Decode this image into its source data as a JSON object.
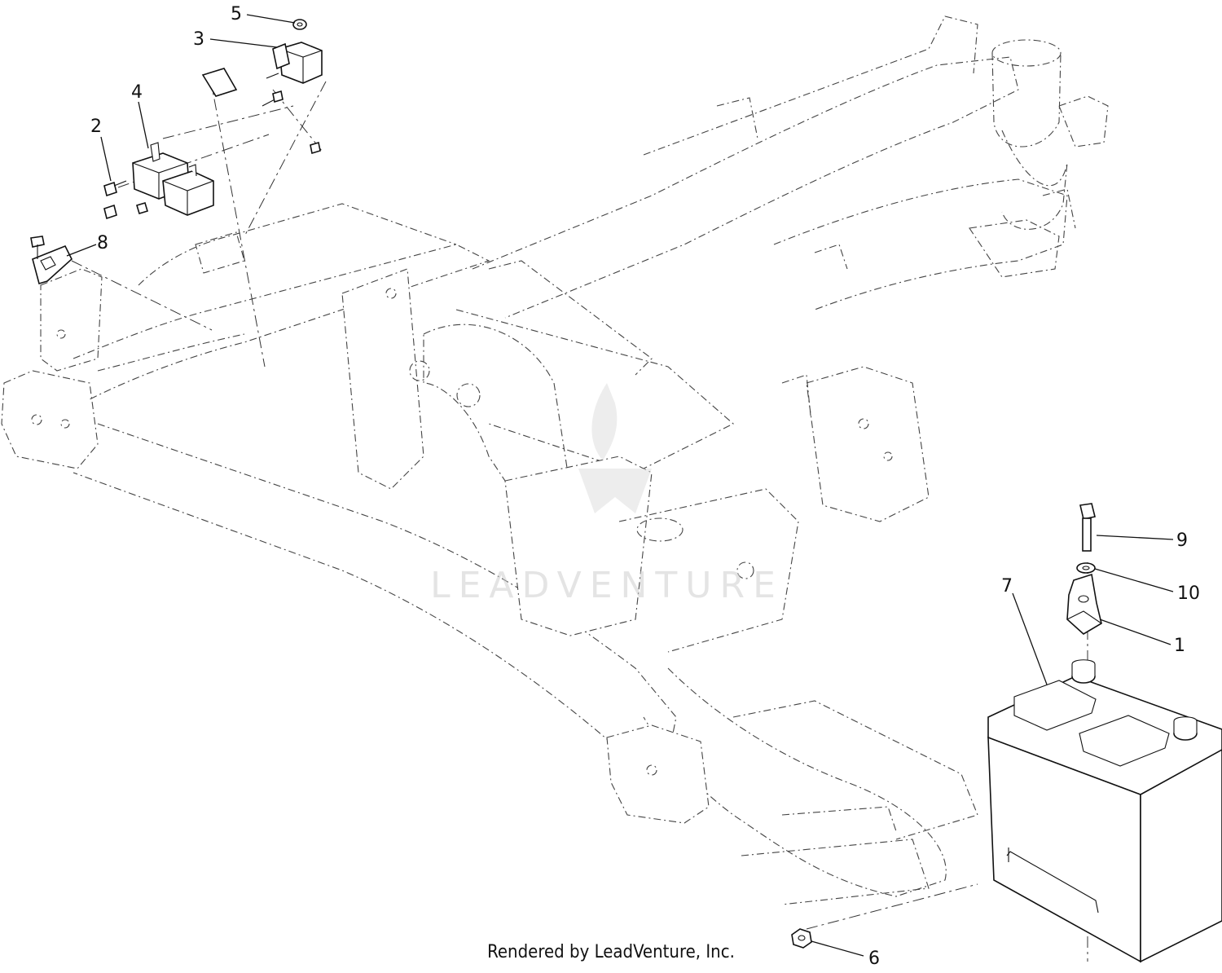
{
  "diagram": {
    "callouts": {
      "c1": "1",
      "c2": "2",
      "c3": "3",
      "c4": "4",
      "c5": "5",
      "c6": "6",
      "c7": "7",
      "c8": "8",
      "c9": "9",
      "c10": "10"
    },
    "watermark": "LEADVENTURE",
    "footer": "Rendered by LeadVenture, Inc."
  }
}
